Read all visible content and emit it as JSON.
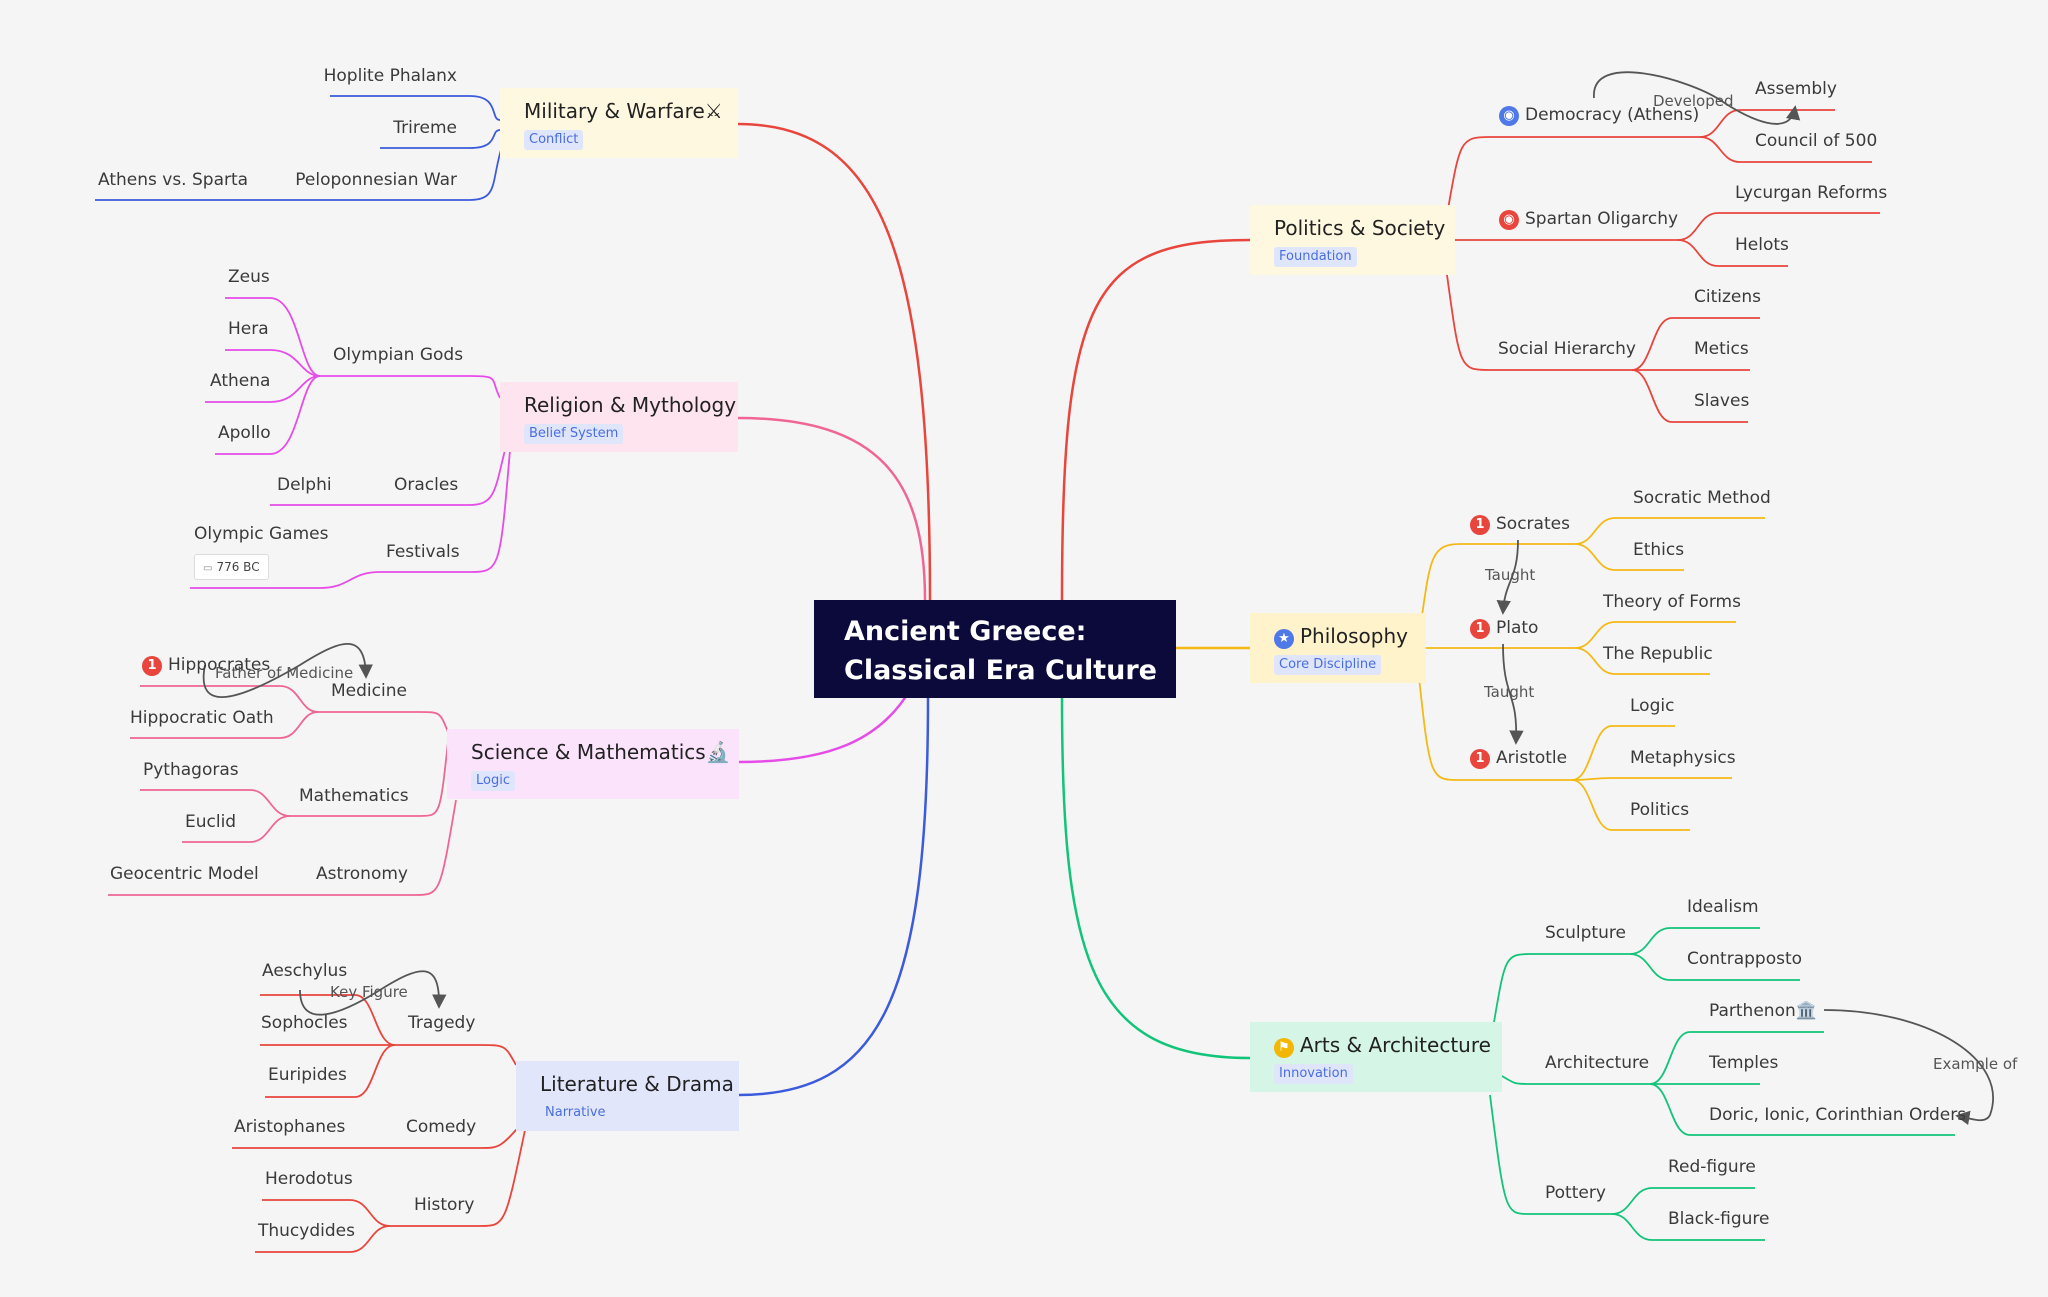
{
  "center": {
    "line1": "Ancient Greece:",
    "line2": "Classical Era Culture"
  },
  "branches": {
    "military": {
      "title": "Military & Warfare⚔",
      "tag": "Conflict",
      "bg": "#fff8e0",
      "color": "#e8453c",
      "leaves": [
        "Hoplite Phalanx",
        "Trireme",
        "Peloponnesian War",
        "Athens vs. Sparta"
      ],
      "line_color": "#3b5bdb"
    },
    "religion": {
      "title": "Religion & Mythology",
      "tag": "Belief System",
      "bg": "#fde4ee",
      "color": "#f06595",
      "olympian": "Olympian Gods",
      "gods": [
        "Zeus",
        "Hera",
        "Athena",
        "Apollo"
      ],
      "oracles": "Oracles",
      "delphi": "Delphi",
      "festivals": "Festivals",
      "olympic": "Olympic Games",
      "olympic_date": "776 BC",
      "line_color": "#e64ce8"
    },
    "science": {
      "title": "Science & Mathematics🔬",
      "tag": "Logic",
      "bg": "#fbe4fb",
      "color": "#e64ce8",
      "medicine": "Medicine",
      "hippocrates": "Hippocrates",
      "oath": "Hippocratic Oath",
      "mathematics": "Mathematics",
      "pythagoras": "Pythagoras",
      "euclid": "Euclid",
      "astronomy": "Astronomy",
      "geocentric": "Geocentric Model",
      "line_color": "#f06595"
    },
    "literature": {
      "title": "Literature & Drama",
      "tag": "Narrative",
      "bg": "#e2e6fb",
      "color": "#3b5bdb",
      "tragedy": "Tragedy",
      "aeschylus": "Aeschylus",
      "sophocles": "Sophocles",
      "euripides": "Euripides",
      "comedy": "Comedy",
      "aristophanes": "Aristophanes",
      "history": "History",
      "herodotus": "Herodotus",
      "thucydides": "Thucydides",
      "line_color": "#e8453c"
    },
    "politics": {
      "title": "Politics & Society",
      "tag": "Foundation",
      "bg": "#fff8e0",
      "color": "#e8453c",
      "democracy": "Democracy (Athens)",
      "assembly": "Assembly",
      "council": "Council of 500",
      "spartan": "Spartan Oligarchy",
      "lycurgan": "Lycurgan Reforms",
      "helots": "Helots",
      "social": "Social Hierarchy",
      "citizens": "Citizens",
      "metics": "Metics",
      "slaves": "Slaves"
    },
    "philosophy": {
      "title": "Philosophy",
      "tag": "Core Discipline",
      "bg": "#fff3cc",
      "color": "#f5b916",
      "socrates": "Socrates",
      "socratic": "Socratic Method",
      "ethics": "Ethics",
      "plato": "Plato",
      "forms": "Theory of Forms",
      "republic": "The Republic",
      "aristotle": "Aristotle",
      "logic": "Logic",
      "metaphysics": "Metaphysics",
      "politics": "Politics",
      "badge": "1"
    },
    "arts": {
      "title": "Arts & Architecture",
      "tag": "Innovation",
      "bg": "#d5f5e6",
      "color": "#12c47a",
      "sculpture": "Sculpture",
      "idealism": "Idealism",
      "contrapposto": "Contrapposto",
      "architecture": "Architecture",
      "parthenon": "Parthenon🏛️",
      "temples": "Temples",
      "orders": "Doric, Ionic, Corinthian Orders",
      "pottery": "Pottery",
      "red": "Red-figure",
      "black": "Black-figure"
    }
  },
  "relations": {
    "developed": "Developed",
    "taught1": "Taught",
    "taught2": "Taught",
    "father": "Father of Medicine",
    "keyfigure": "Key Figure",
    "example": "Example of"
  }
}
